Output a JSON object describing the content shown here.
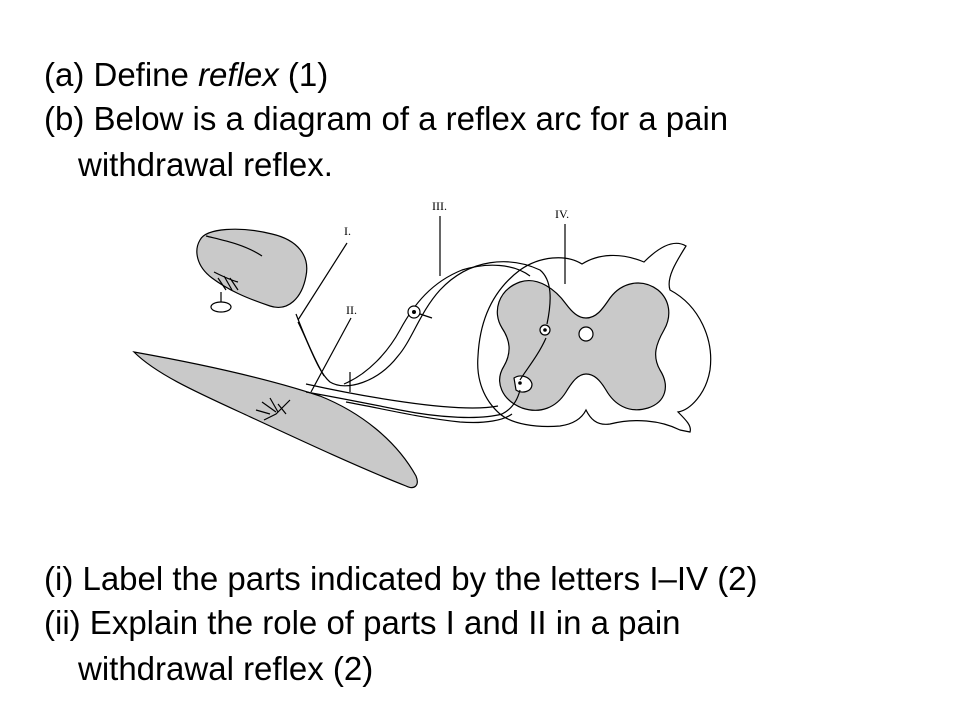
{
  "question": {
    "a_prefix": "(a) Define ",
    "a_term": "reflex",
    "a_suffix": " (1)",
    "b_line1": "(b) Below is a diagram of a reflex arc for a pain",
    "b_line2": "withdrawal reflex.",
    "i_text": "(i)  Label the parts indicated by the letters I–IV (2)",
    "ii_line1": "(ii) Explain the role of parts I and II in a pain",
    "ii_line2": "withdrawal reflex (2)"
  },
  "diagram": {
    "label_I": "I.",
    "label_II": "II.",
    "label_III": "III.",
    "label_IV": "IV."
  }
}
